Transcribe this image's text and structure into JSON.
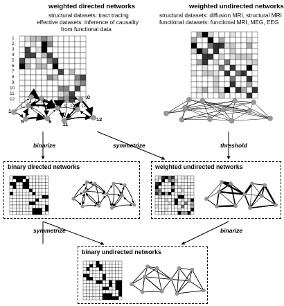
{
  "wdn": {
    "title": "weighted directed networks",
    "line1": "structural datasets: tract tracing",
    "line2": "effective datasets: inference of causality",
    "line3": "from functional data"
  },
  "wun": {
    "title": "weighted undirected networks",
    "line1": "structural datasets: diffusion MRI, structural MRI",
    "line2": "functional datasets: functional MRI, MEG, EEG"
  },
  "node_labels": [
    "1",
    "2",
    "3",
    "4",
    "5",
    "6",
    "7",
    "8",
    "9",
    "10",
    "11",
    "12"
  ],
  "arrows": {
    "binarize": "binarize",
    "symmetrize": "symmetrize",
    "threshold": "threshold",
    "symmetrize2": "symmetrize",
    "binarize2": "binarize"
  },
  "boxes": {
    "bdn": "binary directed networks",
    "wun2": "weighted undirected networks",
    "bun": "binary undirected networks"
  }
}
